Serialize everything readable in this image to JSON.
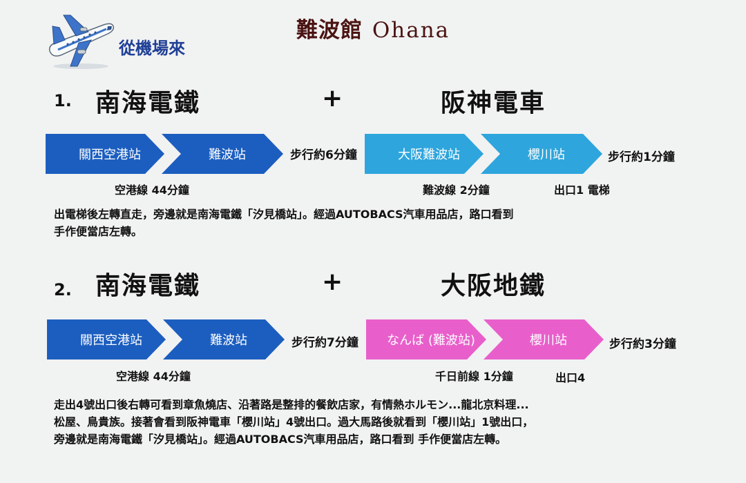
{
  "header": {
    "title_cjk": "難波館",
    "title_latin": "Ohana",
    "from_airport": "從機場來"
  },
  "routes": [
    {
      "number": "1.",
      "line_a": "南海電鐵",
      "plus": "+",
      "line_b": "阪神電車",
      "stations": [
        "關西空港站",
        "難波站",
        "大阪難波站",
        "櫻川站"
      ],
      "walk_1": "步行約6分鐘",
      "walk_2": "步行約1分鐘",
      "note_a": "空港線 44分鐘",
      "note_b": "難波線 2分鐘",
      "note_c": "出口1 電梯",
      "description": "出電梯後左轉直走，旁邊就是南海電鐵「汐見橋站」。經過AUTOBACS汽車用品店，路口看到\n手作便當店左轉。"
    },
    {
      "number": "2.",
      "line_a": "南海電鐵",
      "plus": "+",
      "line_b": "大阪地鐵",
      "stations": [
        "關西空港站",
        "難波站",
        "なんば (難波站)",
        "櫻川站"
      ],
      "walk_1": "步行約7分鐘",
      "walk_2": "步行約3分鐘",
      "note_a": "空港線 44分鐘",
      "note_b": "千日前線 1分鐘",
      "note_c": "出口4",
      "description": "走出4號出口後右轉可看到章魚燒店、沿著路是整排的餐飲店家，有情熱ホルモン...龍北京料理...\n松屋、鳥貴族。接著會看到阪神電車「櫻川站」4號出口。過大馬路後就看到「櫻川站」1號出口，\n旁邊就是南海電鐵「汐見橋站」。經過AUTOBACS汽車用品店，路口看到 手作便當店左轉。"
    }
  ],
  "colors": {
    "nankai": "#1c5ebf",
    "hanshin": "#2ea5dc",
    "subway": "#e85fcb",
    "title": "#4a1412",
    "accent": "#1f3f96"
  },
  "icons": {
    "plane": "airplane-icon"
  }
}
